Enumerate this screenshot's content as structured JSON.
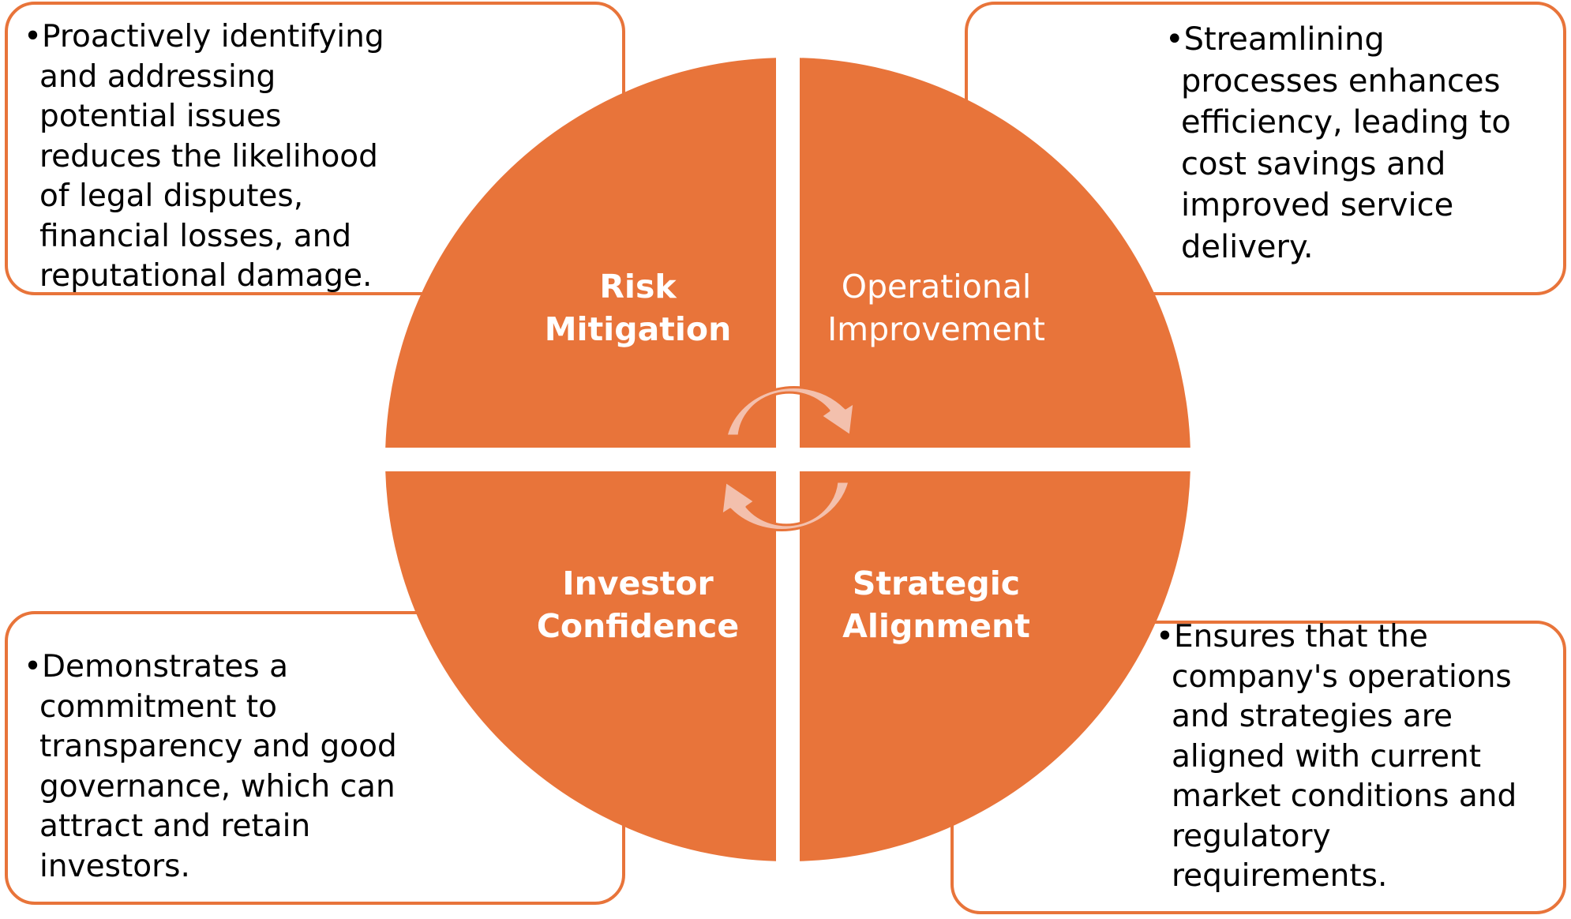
{
  "colors": {
    "quadrant_fill": "#E8743A",
    "callout_border": "#E8743A",
    "arrow_fill": "#F3C0AD",
    "arrow_stroke": "#E8743A",
    "label_text": "#FFFFFF",
    "body_text": "#000000"
  },
  "quadrants": {
    "risk": {
      "line1": "Risk",
      "line2": "Mitigation"
    },
    "operational": {
      "line1": "Operational",
      "line2": "Improvement"
    },
    "investor": {
      "line1": "Investor",
      "line2": "Confidence"
    },
    "strategic": {
      "line1": "Strategic",
      "line2": "Alignment"
    }
  },
  "callouts": {
    "risk": "•Proactively identifying and addressing potential issues reduces the likelihood of legal disputes, financial losses, and reputational damage.",
    "operational": "•Streamlining processes enhances efficiency, leading to cost savings and improved service delivery.",
    "investor": "•Demonstrates a commitment to transparency and good governance, which can attract and retain investors.",
    "strategic": "•Ensures that the company's operations and strategies are aligned with current market conditions and regulatory requirements."
  },
  "icons": {
    "cycle_top": "clockwise-arrow-icon",
    "cycle_bottom": "clockwise-arrow-icon"
  }
}
